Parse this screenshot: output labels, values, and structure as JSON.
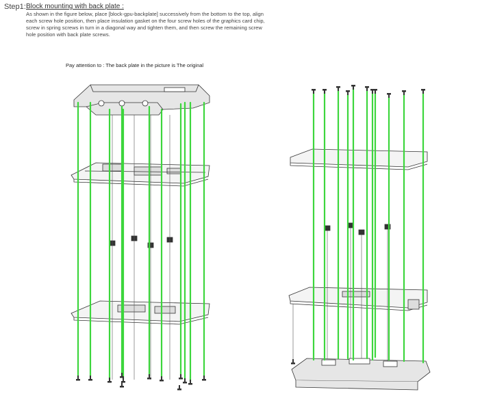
{
  "header": {
    "step_label": "Step1:",
    "title": "Block mounting with back plate :",
    "instructions": "As shown in the figure below, place [block-gpu-backplate] successively from the bottom to the top, align each screw hole position, then place insulation gasket on the four screw holes of the graphics card chip, screw in spring screws in turn in a diagonal way and tighten them, and then screw the remaining screw hole position with back plate screws."
  },
  "note": "Pay attention to : The back plate in the picture is The original",
  "colors": {
    "guide_line": "#3cd63c",
    "outline": "#333333",
    "plate_fill": "#f4f4f4",
    "block_fill": "#e6e6e6"
  }
}
